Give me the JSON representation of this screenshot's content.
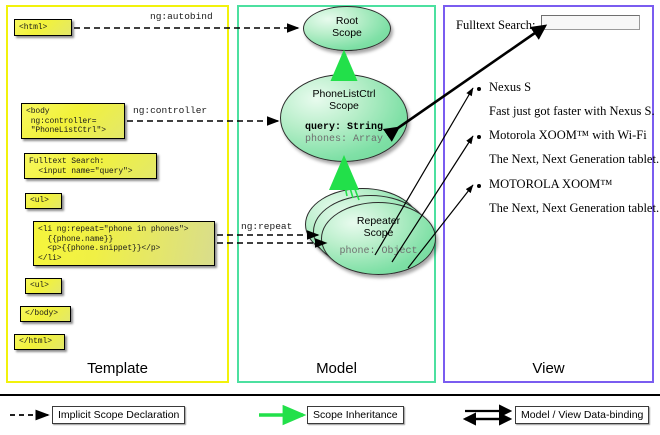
{
  "columns": [
    {
      "id": "template",
      "label": "Template",
      "border_color": "#f2f20c"
    },
    {
      "id": "model",
      "label": "Model",
      "border_color": "#4ce0a0"
    },
    {
      "id": "view",
      "label": "View",
      "border_color": "#7a5cf0"
    }
  ],
  "template": {
    "boxes": [
      {
        "id": "html-open",
        "text": "<html>"
      },
      {
        "id": "body-open",
        "text": "<body\n ng:controller=\n \"PhoneListCtrl\">"
      },
      {
        "id": "search",
        "text": "Fulltext Search:\n  <input name=\"query\">"
      },
      {
        "id": "ul-open",
        "text": "<ul>"
      },
      {
        "id": "li-repeat",
        "text": "<li ng:repeat=\"phone in phones\">\n  {{phone.name}}\n  <p>{{phone.snippet}}</p>\n</li>"
      },
      {
        "id": "ul-close",
        "text": "<ul>"
      },
      {
        "id": "body-close",
        "text": "</body>"
      },
      {
        "id": "html-close",
        "text": "</html>"
      }
    ]
  },
  "connectors": [
    {
      "id": "autobind",
      "label": "ng:autobind"
    },
    {
      "id": "controller",
      "label": "ng:controller"
    },
    {
      "id": "repeat",
      "label": "ng:repeat"
    }
  ],
  "model": {
    "scopes": [
      {
        "id": "root-scope",
        "title_line1": "Root",
        "title_line2": "Scope",
        "props": []
      },
      {
        "id": "phonelistctrl-scope",
        "title_line1": "PhoneListCtrl",
        "title_line2": "Scope",
        "props": [
          {
            "text": "query: String",
            "style": "bold"
          },
          {
            "text": "phones: Array",
            "style": "gray"
          }
        ]
      },
      {
        "id": "repeater-scope",
        "title_line1": "Repeater",
        "title_line2": "Scope",
        "stack_count": 3,
        "props": [
          {
            "text": "phone: Object",
            "style": "gray"
          }
        ]
      }
    ]
  },
  "view": {
    "search_label": "Fulltext Search:",
    "search_value": "",
    "search_placeholder": "",
    "items": [
      {
        "name": "Nexus S",
        "snippet": "Fast just got faster with Nexus S."
      },
      {
        "name": "Motorola XOOM™  with Wi-Fi",
        "snippet": "The Next, Next Generation tablet."
      },
      {
        "name": "MOTOROLA XOOM™",
        "snippet": "The Next, Next Generation tablet."
      }
    ]
  },
  "legend": [
    {
      "id": "implicit-scope-declaration",
      "label": "Implicit Scope Declaration",
      "arrow": "dashed-black"
    },
    {
      "id": "scope-inheritance",
      "label": "Scope Inheritance",
      "arrow": "solid-green"
    },
    {
      "id": "model-view-data-binding",
      "label": "Model / View Data-binding",
      "arrow": "double-black"
    }
  ],
  "colors": {
    "template_border": "#f2f20c",
    "model_border": "#4ce0a0",
    "view_border": "#7a5cf0",
    "scope_inheritance": "#22e04a",
    "code_box_fill": "#f2f23a",
    "scope_fill": "#7fe0a6"
  }
}
